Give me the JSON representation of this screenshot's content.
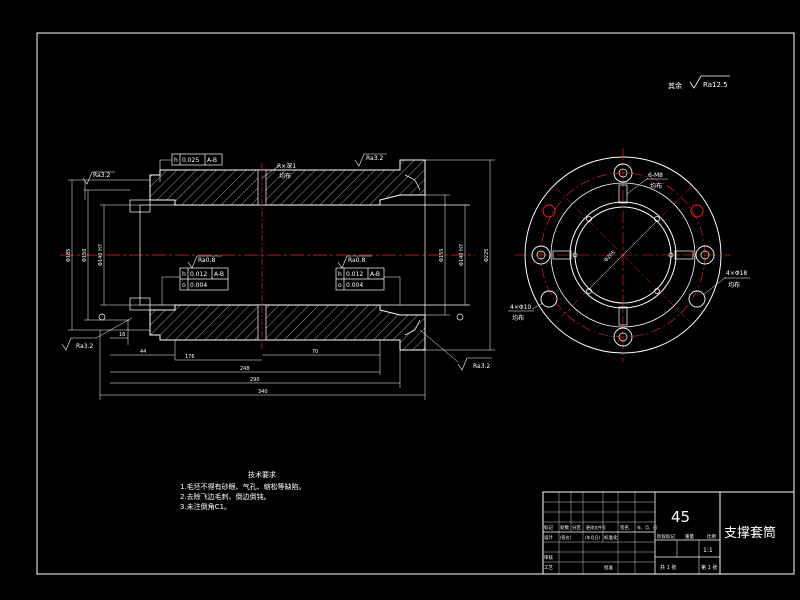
{
  "colors": {
    "background": "#000000",
    "frame": "#ffffff",
    "part_outline": "#ffffff",
    "hatch": "#ffffff",
    "centerline": "#ff2020",
    "dimension": "#ffffff",
    "text": "#ffffff",
    "hole_fill": "#000000"
  },
  "roughness_top_right": {
    "prefix": "其余",
    "value": "Ra12.5"
  },
  "section_view": {
    "tol_top": {
      "symbol": "h",
      "value": "0.025",
      "datum": "A-B"
    },
    "tol_left": {
      "rows": [
        {
          "symbol": "h",
          "value": "0.012",
          "datum": "A-B"
        },
        {
          "symbol": "o",
          "value": "0.004",
          "datum": ""
        }
      ]
    },
    "tol_right": {
      "rows": [
        {
          "symbol": "h",
          "value": "0.012",
          "datum": "A-B"
        },
        {
          "symbol": "o",
          "value": "0.004",
          "datum": ""
        }
      ]
    },
    "roughness": {
      "top_left": "Ra3.2",
      "top_right": "Ra3.2",
      "bore_left": "Ra0.8",
      "bore_right": "Ra0.8",
      "bottom_left": "Ra3.2",
      "bottom_right": "Ra3.2"
    },
    "top_note": {
      "line1": "R×深1",
      "line2": "均布"
    },
    "dims_horizontal": [
      "16",
      "44",
      "176",
      "70",
      "248",
      "290",
      "340"
    ],
    "dims_vertical_left": [
      "Φ185",
      "Φ150",
      "Φ140 H7"
    ],
    "dims_vertical_right": [
      "Φ155",
      "Φ140 H7",
      "Φ225"
    ]
  },
  "end_view": {
    "label_top": {
      "line1": "6-M8",
      "line2": "均布"
    },
    "label_right": {
      "line1": "4×Φ18",
      "line2": "均布"
    },
    "label_left": {
      "line1": "4×Φ10",
      "line2": "均布"
    },
    "dim_center": "Φ205"
  },
  "tech_notes": {
    "title": "技术要求",
    "lines": [
      "1.毛坯不得有砂眼、气孔、缩松等缺陷。",
      "2.去除飞边毛刺、倒边倒钝。",
      "3.未注倒角C1。"
    ]
  },
  "title_block": {
    "material": "45",
    "part_name": "支撑套筒",
    "rev_headers": [
      "标记",
      "处数",
      "分区",
      "更改文件号",
      "签名",
      "年、月、日"
    ],
    "design_row": [
      "设计",
      "(签名)",
      "(年月日)",
      "标准化"
    ],
    "rows_left": [
      "审核",
      "工艺",
      "批准"
    ],
    "stage_headers": [
      "阶段标记",
      "重量",
      "比例"
    ],
    "scale": "1:1",
    "sheets_total": "共 1 张",
    "sheet_no": "第 1 张"
  }
}
